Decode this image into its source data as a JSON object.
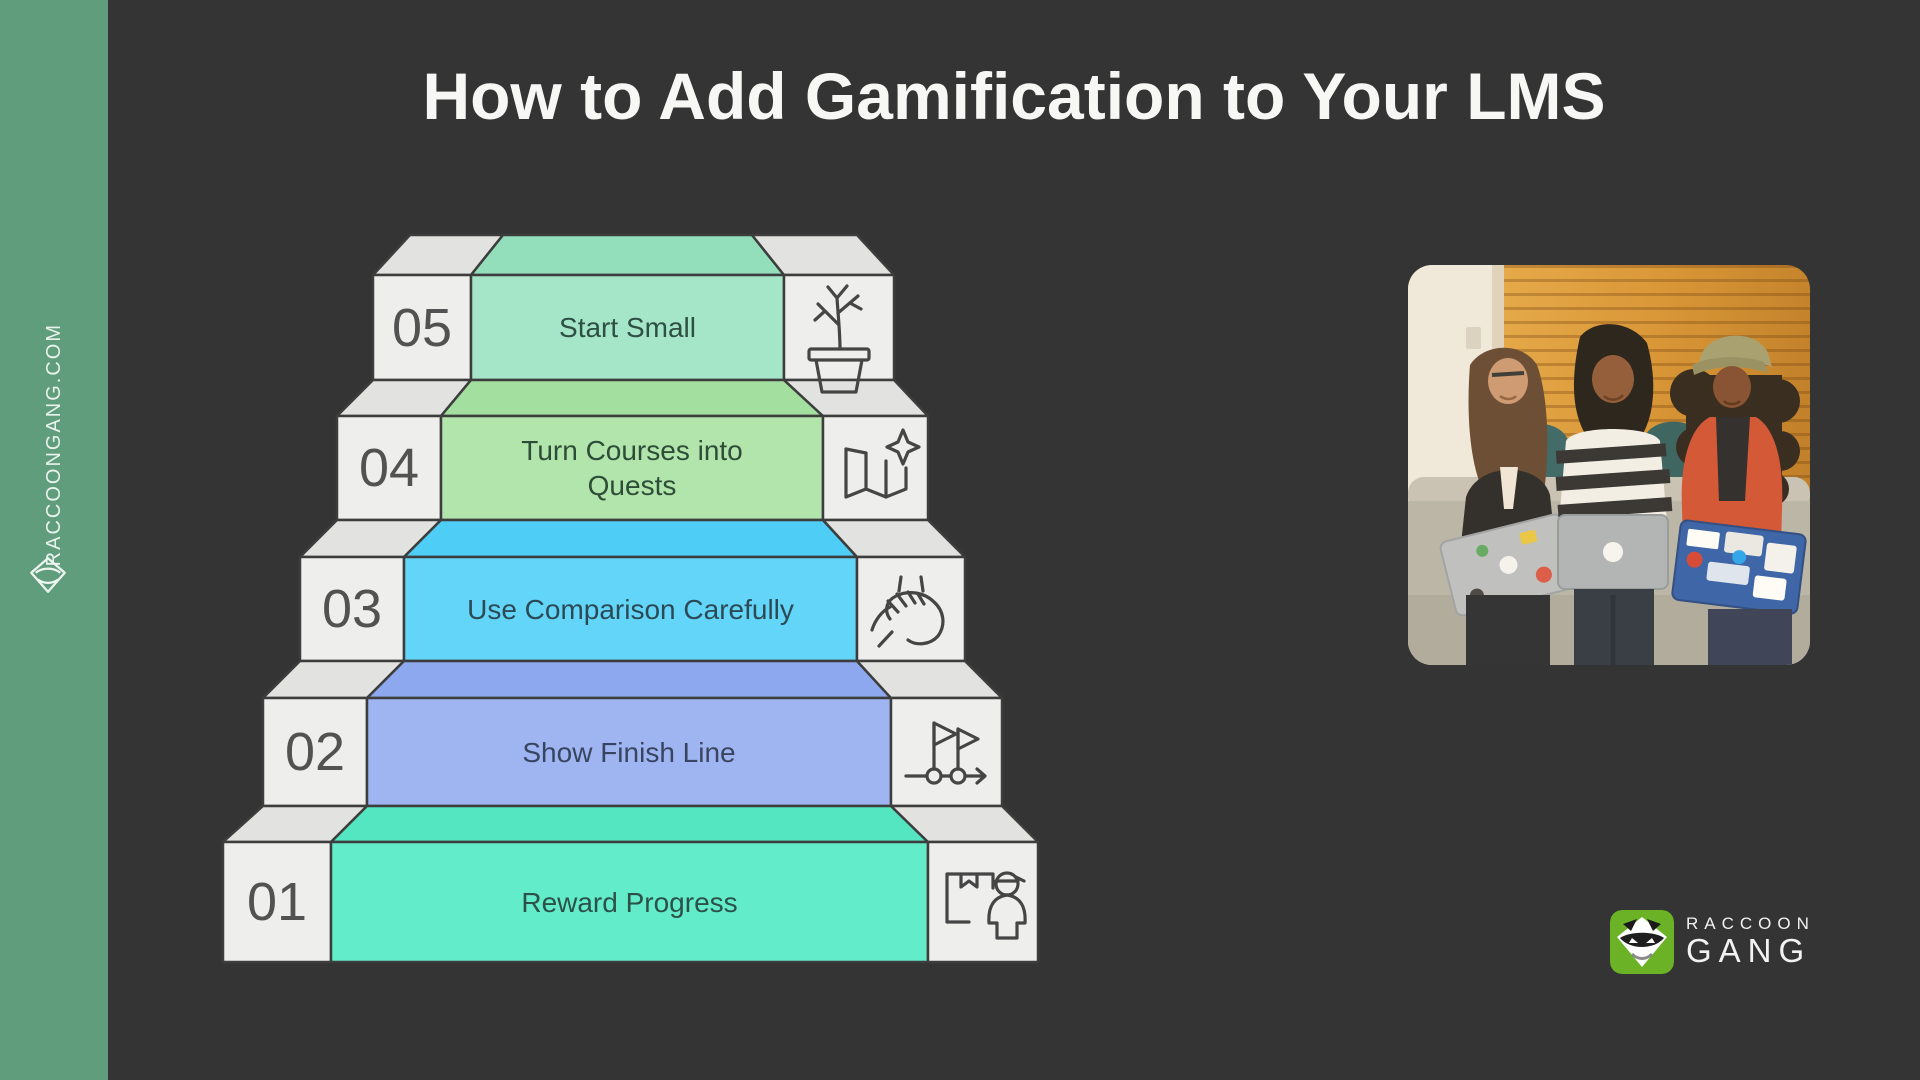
{
  "page": {
    "title": "How to Add Gamification to Your LMS",
    "background_color": "#343434"
  },
  "sidebar": {
    "website": "RACCOONGANG.COM",
    "background_color": "#5f9d7d",
    "text_color": "#e9f3ec",
    "logo_icon": "raccoon-diamond-icon"
  },
  "staircase": {
    "box_face_color": "#eeeeec",
    "box_top_color": "#e2e2e0",
    "outline_color": "#3d3d3d",
    "number_color": "#525252",
    "steps": [
      {
        "number": "05",
        "label": "Start Small",
        "icon": "potted-plant-icon",
        "face_color": "#a5e6c8",
        "top_color": "#93dfbc",
        "label_color": "#2e4f44"
      },
      {
        "number": "04",
        "label": "Turn Courses into Quests",
        "icon": "quest-map-icon",
        "face_color": "#b2e5ac",
        "top_color": "#a3df9f",
        "label_color": "#2e4d38"
      },
      {
        "number": "03",
        "label": "Use Comparison Carefully",
        "icon": "hands-together-icon",
        "face_color": "#62d5f8",
        "top_color": "#4ecdf6",
        "label_color": "#2c4a55"
      },
      {
        "number": "02",
        "label": "Show Finish Line",
        "icon": "milestone-flags-icon",
        "face_color": "#9fb5f2",
        "top_color": "#8ea8ef",
        "label_color": "#394560"
      },
      {
        "number": "01",
        "label": "Reward Progress",
        "icon": "reward-delivery-icon",
        "face_color": "#62ecca",
        "top_color": "#53e6c1",
        "label_color": "#2d5148"
      }
    ]
  },
  "photo": {
    "alt": "Three women sitting together on a couch, smiling and working on laptops in front of orange window blinds"
  },
  "brand": {
    "line1": "RACCOON",
    "line2": "GANG",
    "logo_color": "#6cb226",
    "logo_icon": "raccoon-diamond-icon"
  }
}
